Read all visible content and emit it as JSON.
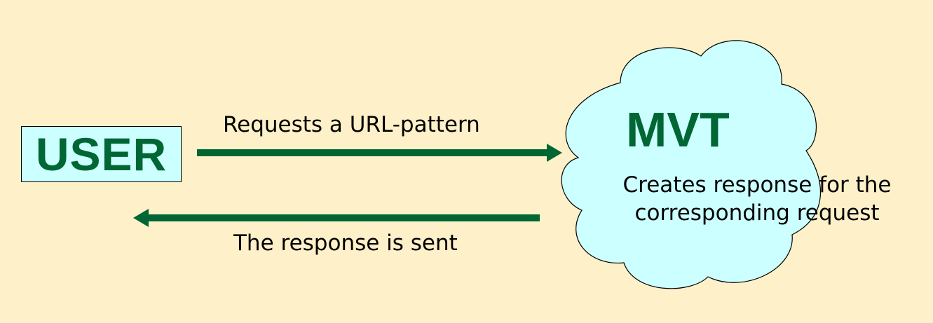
{
  "colors": {
    "background": "#fef0c8",
    "box_fill": "#ccffff",
    "cloud_fill": "#ccffff",
    "arrow": "#006633",
    "heading_text": "#006633"
  },
  "nodes": {
    "user": {
      "label": "USER",
      "shape": "rectangle"
    },
    "mvt": {
      "label": "MVT",
      "shape": "cloud",
      "description_lines": [
        "Creates response for the",
        "corresponding request"
      ]
    }
  },
  "edges": [
    {
      "from": "user",
      "to": "mvt",
      "label": "Requests a URL-pattern"
    },
    {
      "from": "mvt",
      "to": "user",
      "label": "The response is sent"
    }
  ]
}
